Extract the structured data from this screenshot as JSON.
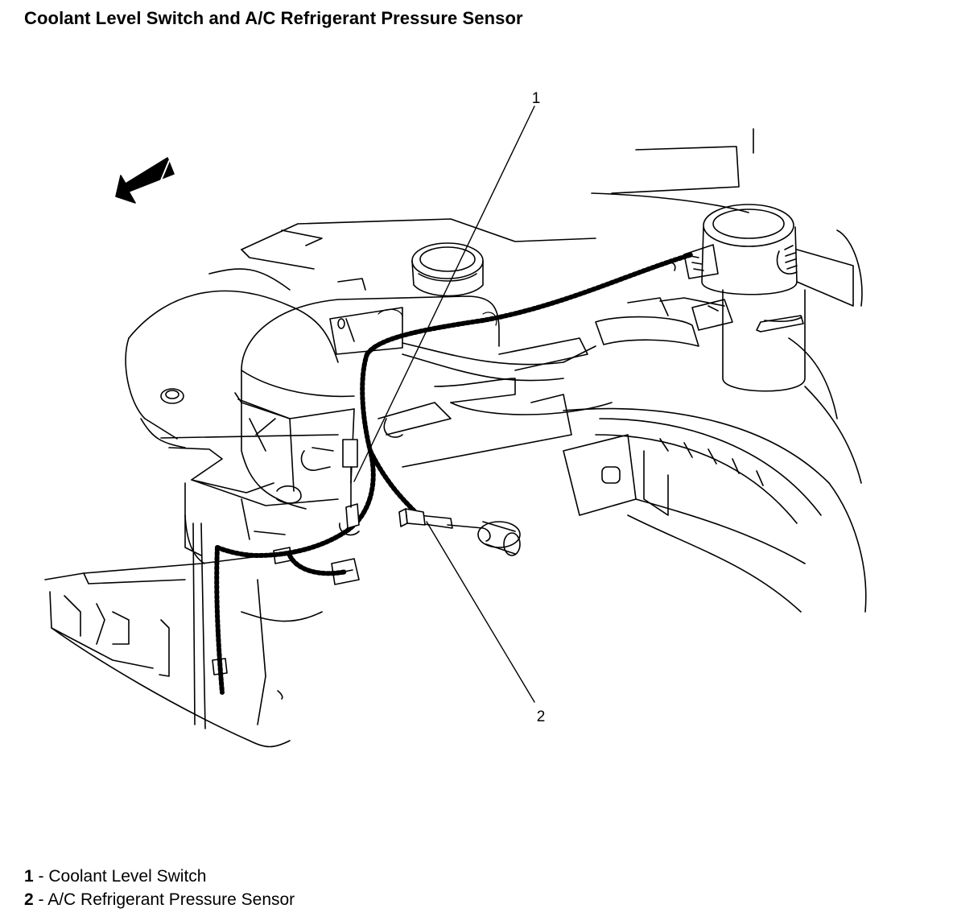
{
  "title": "Coolant Level Switch and A/C Refrigerant Pressure Sensor",
  "callouts": [
    {
      "number": "1",
      "label": "Coolant Level Switch"
    },
    {
      "number": "2",
      "label": "A/C Refrigerant Pressure Sensor"
    }
  ],
  "legend": [
    {
      "number": "1",
      "separator": " - ",
      "text": "Coolant Level Switch"
    },
    {
      "number": "2",
      "separator": " - ",
      "text": "A/C Refrigerant Pressure Sensor"
    }
  ],
  "icons": {
    "direction_arrow": "front-direction-arrow-icon"
  },
  "colors": {
    "line": "#000000",
    "background": "#ffffff"
  }
}
